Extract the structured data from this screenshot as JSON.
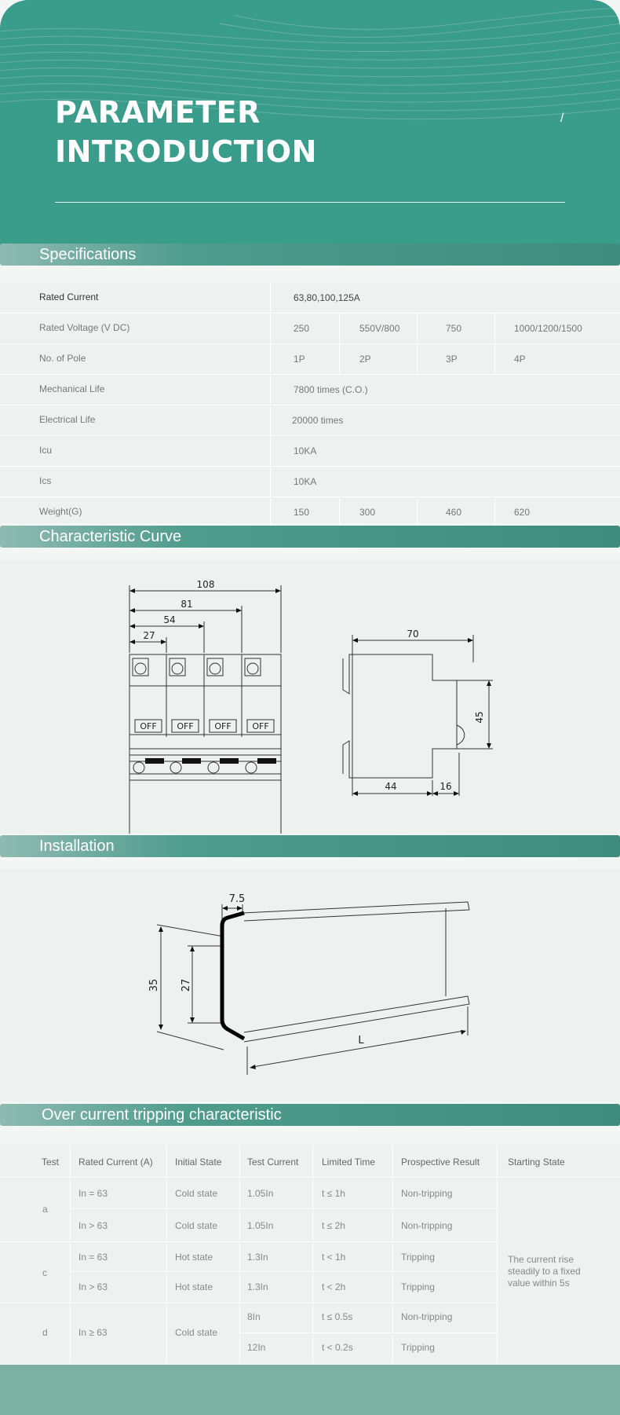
{
  "hero": {
    "title_line1": "PARAMETER",
    "title_line2": "INTRODUCTION",
    "mark": "/"
  },
  "sections": {
    "specifications": "Specifications",
    "curve": "Characteristic Curve",
    "installation": "Installation",
    "tripping": "Over current tripping characteristic"
  },
  "specs": [
    {
      "label": "Rated Current",
      "values": [
        "63,80,100,125A"
      ]
    },
    {
      "label": "Rated Voltage (V DC)",
      "values": [
        "250",
        "550V/800",
        "750",
        "1000/1200/1500"
      ]
    },
    {
      "label": "No. of Pole",
      "values": [
        "1P",
        "2P",
        "3P",
        "4P"
      ]
    },
    {
      "label": "Mechanical Life",
      "values": [
        "7800 times (C.O.)"
      ]
    },
    {
      "label": "Electrical Life",
      "values": [
        "20000 times"
      ]
    },
    {
      "label": "Icu",
      "values": [
        "10KA"
      ]
    },
    {
      "label": "Ics",
      "values": [
        "10KA"
      ]
    },
    {
      "label": "Weight(G)",
      "values": [
        "150",
        "300",
        "460",
        "620"
      ]
    }
  ],
  "curve_dims": {
    "d108": "108",
    "d81": "81",
    "d54": "54",
    "d27": "27",
    "off": "OFF",
    "d70": "70",
    "d45": "45",
    "d44": "44",
    "d16": "16"
  },
  "install_dims": {
    "d75": "7.5",
    "d35": "35",
    "d27": "27",
    "L": "L"
  },
  "trip": {
    "headers": [
      "Test",
      "Rated Current (A)",
      "Initial State",
      "Test Current",
      "Limited Time",
      "Prospective Result",
      "Starting State"
    ],
    "rows": [
      {
        "test": "a",
        "rated": "In = 63",
        "state": "Cold state",
        "current": "1.05In",
        "time": "t ≤ 1h",
        "result": "Non-tripping"
      },
      {
        "rated": "In > 63",
        "state": "Cold state",
        "current": "1.05In",
        "time": "t ≤ 2h",
        "result": "Non-tripping"
      },
      {
        "test": "c",
        "rated": "In = 63",
        "state": "Hot state",
        "current": "1.3In",
        "time": "t < 1h",
        "result": "Tripping"
      },
      {
        "rated": "In > 63",
        "state": "Hot state",
        "current": "1.3In",
        "time": "t < 2h",
        "result": "Tripping"
      },
      {
        "test": "d",
        "rated": "In ≥ 63",
        "state": "Cold state",
        "current": "8In",
        "time": "t ≤ 0.5s",
        "result": "Non-tripping"
      },
      {
        "current": "12In",
        "time": "t < 0.2s",
        "result": "Tripping"
      }
    ],
    "starting_state": "The current rise steadily to a fixed value within 5s"
  }
}
